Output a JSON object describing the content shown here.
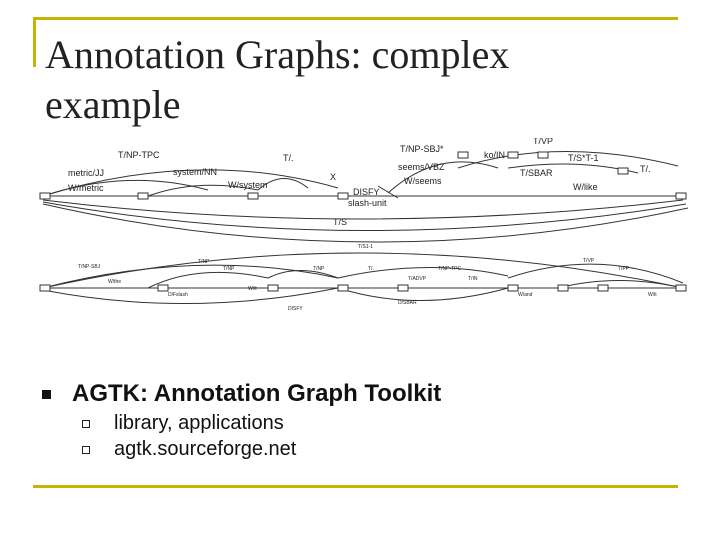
{
  "slide": {
    "title_line1": "Annotation Graphs: complex",
    "title_line2": "example",
    "bullet_main": "AGTK: Annotation Graph Toolkit",
    "sub_bullets": [
      "library, applications",
      "agtk.sourceforge.net"
    ]
  },
  "graph_labels": {
    "top": [
      "T/NP-TPC",
      "metric/JJ",
      "W/metric",
      "system/NN",
      "W/system",
      "T/.",
      "X",
      "T/NP-SBJ*",
      "seems/VBZ",
      "W/seems",
      "ko/IN",
      "T/VP",
      "T/SBAR",
      "W/like",
      "T/S*T-1",
      "T/.",
      "DISFY",
      "slash-unit",
      "T/S"
    ],
    "bottom": [
      "T/S1-1",
      "T/NP",
      "T/NP-SBJ",
      "D/Fslash",
      "W/the",
      "T/NP",
      "T/NP",
      "W/it",
      "T/.",
      "T/NP-TPC",
      "T/ADVP",
      "DISFY",
      "T/IN",
      "T/VP",
      "T/PP",
      "W/and",
      "W/it",
      "D/SBAR"
    ]
  },
  "colors": {
    "frame": "#c8b400",
    "text": "#222222"
  }
}
